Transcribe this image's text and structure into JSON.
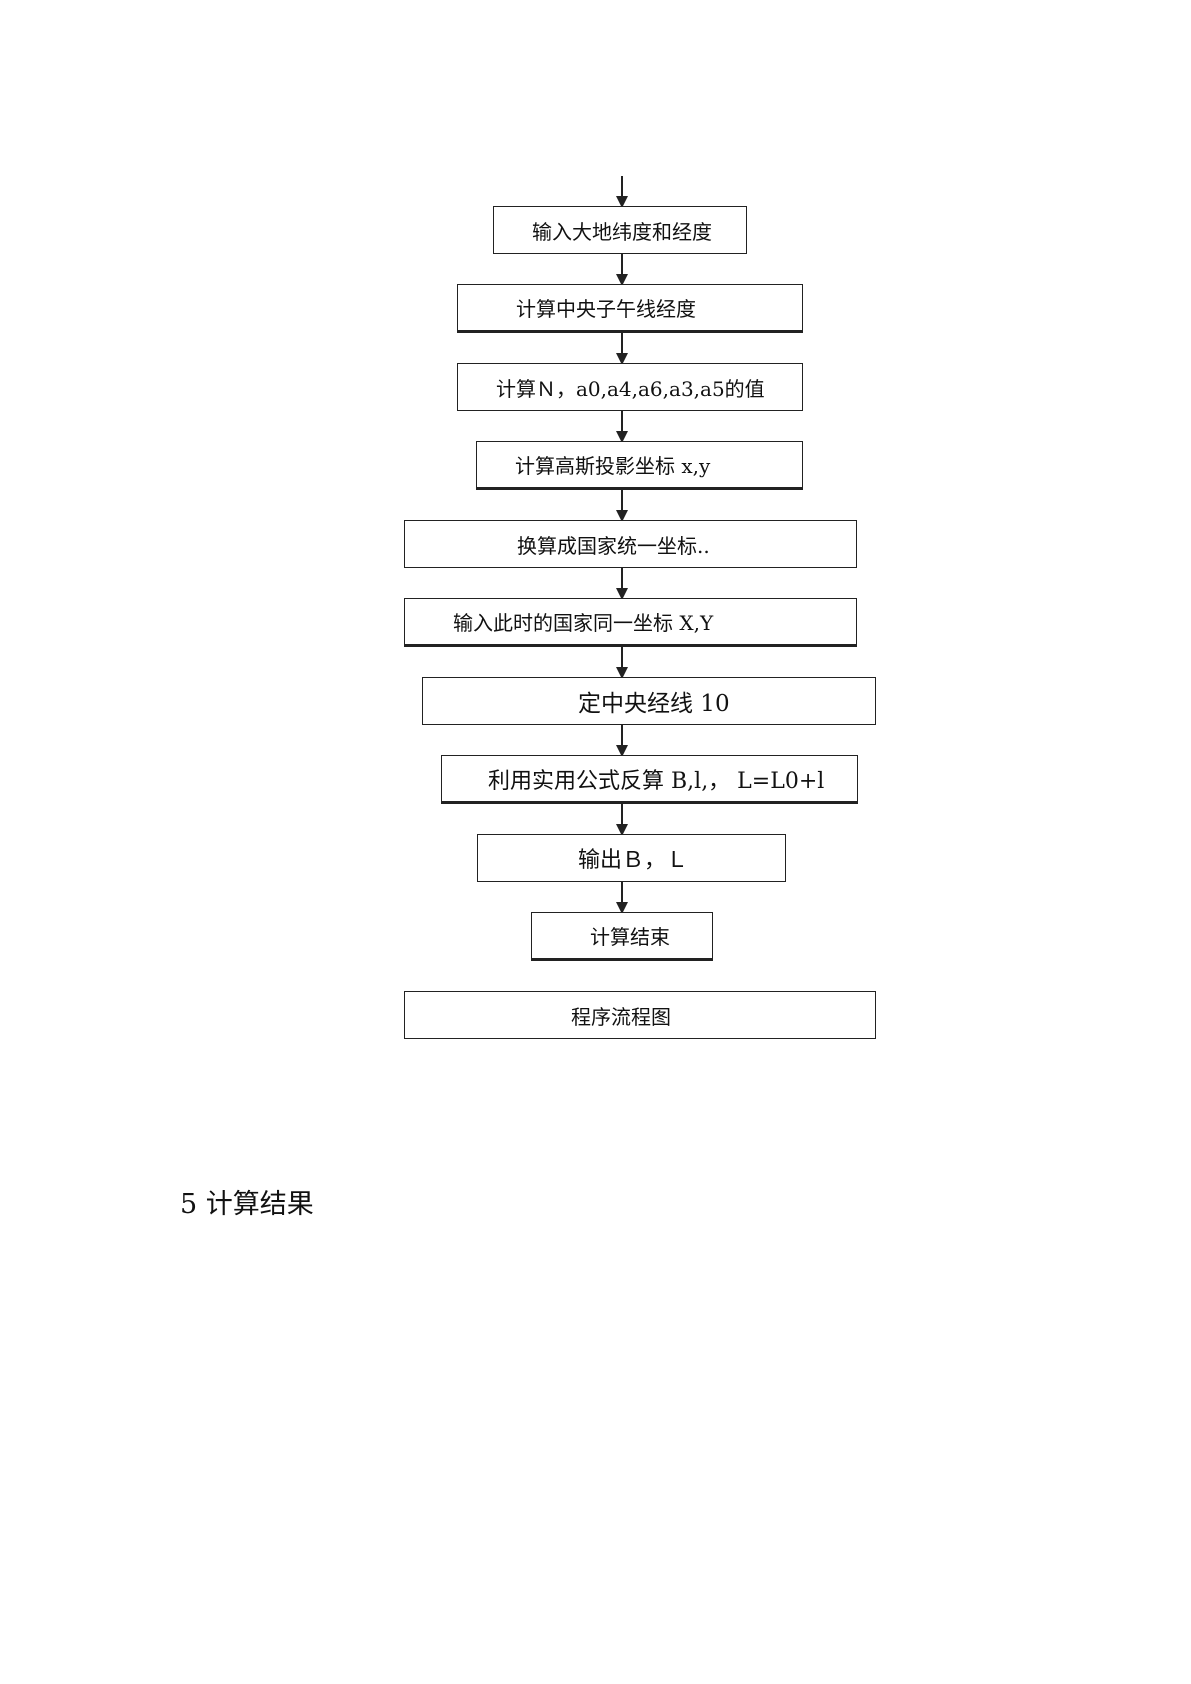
{
  "flowchart": {
    "steps": [
      "输入大地纬度和经度",
      "计算中央子午线经度",
      "计算Ｎ，a0,a4,a6,a3,a5的值",
      "计算高斯投影坐标 x,y",
      "换算成国家统一坐标..",
      "输入此时的国家同一坐标 X,Y",
      "定中央经线 10",
      "利用实用公式反算 B,l,， L=L0+l",
      "输出Ｂ，Ｌ",
      "计算结束"
    ],
    "caption": "程序流程图"
  },
  "section": {
    "heading": "5 计算结果"
  }
}
